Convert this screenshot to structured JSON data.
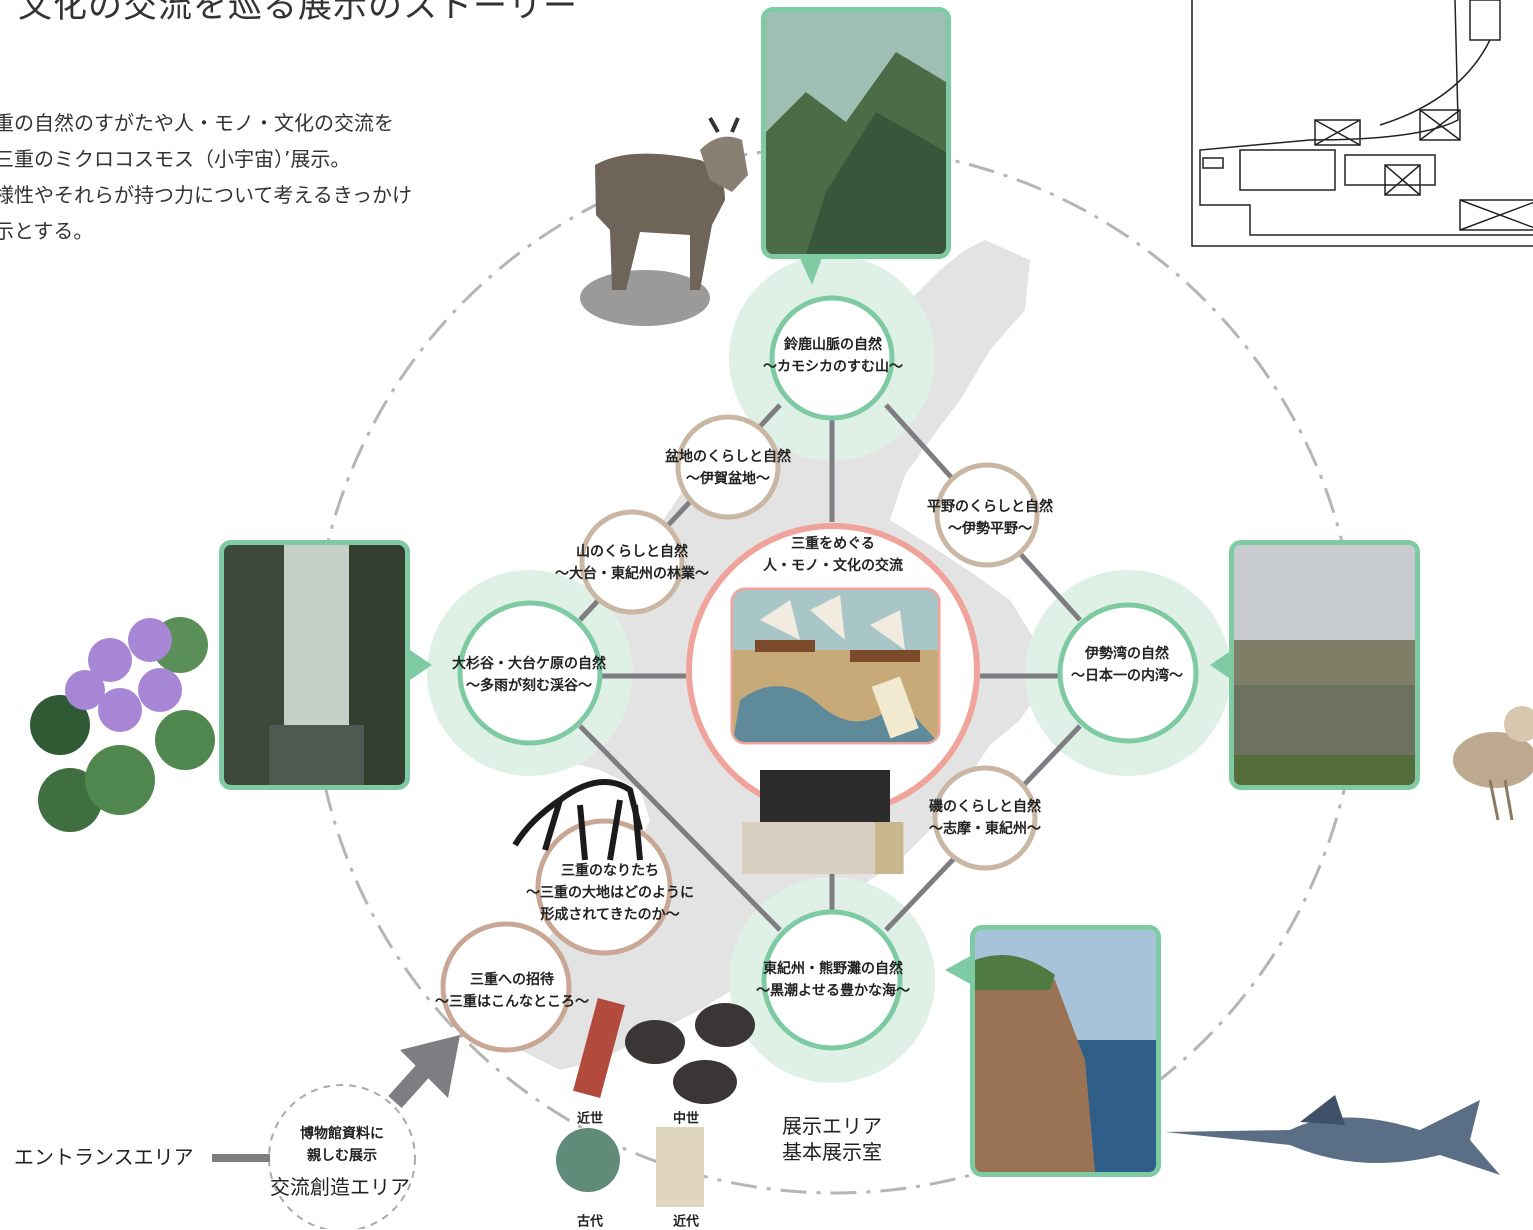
{
  "header": {
    "title": "文化の交流を巡る展示のストーリー",
    "intro_lines": [
      "重の自然のすがたや人・モノ・文化の交流を",
      "三重のミクロコスモス（小宇宙）’展示。",
      "様性やそれらが持つ力について考えるきっかけ",
      "示とする。"
    ]
  },
  "center": {
    "line1": "三重をめぐる",
    "line2": "人・モノ・文化の交流"
  },
  "nodes": {
    "suzuka": {
      "line1": "鈴鹿山脈の自然",
      "line2": "～カモシカのすむ山～"
    },
    "iga": {
      "line1": "盆地のくらしと自然",
      "line2": "～伊賀盆地～"
    },
    "ise_plain": {
      "line1": "平野のくらしと自然",
      "line2": "～伊勢平野～"
    },
    "mountain": {
      "line1": "山のくらしと自然",
      "line2": "～大台・東紀州の林業～"
    },
    "osugi": {
      "line1": "大杉谷・大台ケ原の自然",
      "line2": "～多雨が刻む渓谷～"
    },
    "ise_bay": {
      "line1": "伊勢湾の自然",
      "line2": "～日本一の内湾～"
    },
    "iso": {
      "line1": "磯のくらしと自然",
      "line2": "～志摩・東紀州～"
    },
    "origin": {
      "line1": "三重のなりたち",
      "line2": "～三重の大地はどのように",
      "line3": "形成されてきたのか～"
    },
    "kumano": {
      "line1": "東紀州・熊野灘の自然",
      "line2": "～黒潮よせる豊かな海～"
    },
    "invite": {
      "line1": "三重への招待",
      "line2": "～三重はこんなところ～"
    }
  },
  "entrance": {
    "label": "エントランスエリア",
    "exchange_small_1": "博物館資料に",
    "exchange_small_2": "親しむ展示",
    "exchange_area": "交流創造エリア"
  },
  "exhibit_area": {
    "line1": "展示エリア",
    "line2": "基本展示室"
  },
  "eras": {
    "kinsei": "近世",
    "chusei": "中世",
    "kodai": "古代",
    "kindai": "近代"
  },
  "colors": {
    "green": "#7ecaa2",
    "green_halo": "#dff0e6",
    "pink": "#f0a39a",
    "brown": "#c9a795",
    "map_gray": "#e3e3e3",
    "connector": "#7d7d82",
    "dashed_ring": "#b5b5b5"
  }
}
